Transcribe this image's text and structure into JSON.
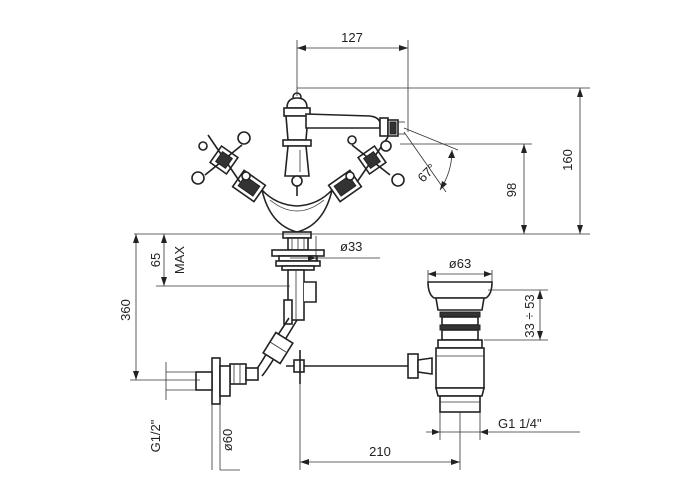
{
  "dimensions": {
    "width_top": "127",
    "height_total": "160",
    "height_spout": "98",
    "angle": "67°",
    "diameter_base": "ø33",
    "height_max": "65",
    "max_label": "MAX",
    "depth": "360",
    "diameter_waste": "ø63",
    "waste_range": "33 ÷ 53",
    "diameter_rosette": "ø60",
    "thread_inlet": "G1/2\"",
    "thread_waste": "G1  1/4\"",
    "width_bottom": "210"
  },
  "colors": {
    "line": "#222222",
    "background": "#ffffff"
  }
}
